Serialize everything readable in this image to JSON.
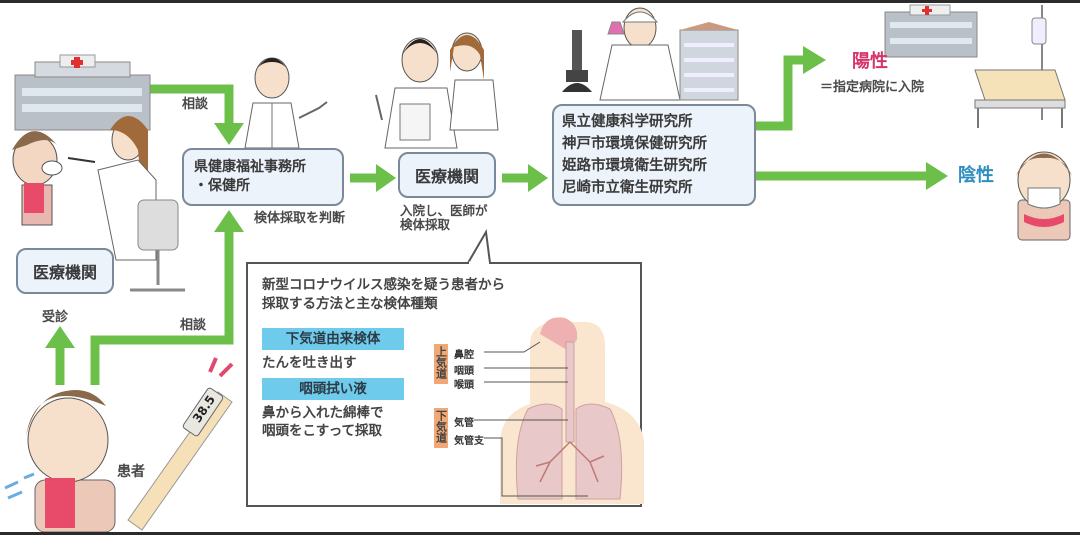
{
  "diagram": {
    "type": "flowchart",
    "topic": "COVID-19 testing flow",
    "nodes": {
      "clinic": {
        "label": "医療機関"
      },
      "health_office": {
        "line1": "県健康福祉事務所",
        "line2": "・保健所",
        "note": "検体採取を判断"
      },
      "hospital": {
        "label": "医療機関",
        "note_line1": "入院し、医師が",
        "note_line2": "検体採取"
      },
      "labs": {
        "lines": [
          "県立健康科学研究所",
          "神戸市環境保健研究所",
          "姫路市環境衛生研究所",
          "尼崎市立衛生研究所"
        ]
      },
      "positive": {
        "label": "陽性",
        "note": "＝指定病院に入院",
        "color": "#d6336c"
      },
      "negative": {
        "label": "陰性",
        "color": "#2f8fc0"
      },
      "patient": {
        "label": "患者"
      }
    },
    "edge_labels": {
      "clinic_to_office": "相談",
      "patient_to_office": "相談",
      "patient_to_clinic": "受診"
    },
    "thermometer": {
      "reading": "38.5"
    },
    "callout": {
      "title_line1": "新型コロナウイルス感染を疑う患者から",
      "title_line2": "採取する方法と主な検体種類",
      "items": [
        {
          "tag": "下気道由来検体",
          "desc_line1": "たんを吐き出す",
          "desc_line2": ""
        },
        {
          "tag": "咽頭拭い液",
          "desc_line1": "鼻から入れた綿棒で",
          "desc_line2": "咽頭をこすって採取"
        }
      ],
      "anatomy": {
        "upper_airway": "上気道",
        "lower_airway": "下気道",
        "upper_parts": [
          "鼻腔",
          "咽頭",
          "喉頭"
        ],
        "lower_parts": [
          "気管",
          "気管支"
        ]
      }
    },
    "colors": {
      "arrow": "#6cc04a",
      "box_fill": "#edf3fb",
      "box_border": "#7a8a9a",
      "tag_fill": "#6ecbec",
      "airway_tag": "#f0a874"
    }
  }
}
